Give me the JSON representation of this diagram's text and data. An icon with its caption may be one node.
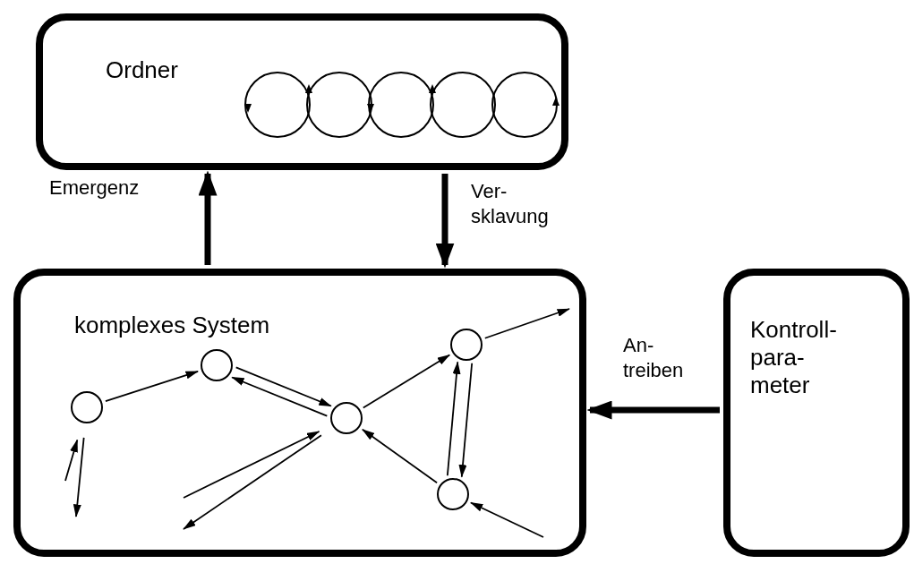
{
  "diagram": {
    "nodes": [
      {
        "text": [
          "Ordner"
        ]
      },
      {
        "text": [
          "komplexes System"
        ]
      },
      {
        "text": [
          "Kontroll- para- meter"
        ]
      },
      {
        "text": [],
        "shape": "circle",
        "in": 1
      },
      {
        "text": [],
        "shape": "circle",
        "in": 1
      },
      {
        "text": [],
        "shape": "circle",
        "in": 1
      },
      {
        "text": [],
        "shape": "circle",
        "in": 1
      },
      {
        "text": [],
        "shape": "circle",
        "in": 1
      }
    ],
    "edges": [
      {
        "from": 1,
        "to": 0,
        "arrow": "to",
        "label": "Emergenz",
        "style": "thick"
      },
      {
        "from": 0,
        "to": 1,
        "arrow": "to",
        "label": "Ver- sklavung",
        "style": "thick"
      },
      {
        "from": 2,
        "to": 1,
        "arrow": "to",
        "label": "An- treiben",
        "style": "thick"
      },
      {
        "from": 3,
        "to": 4,
        "arrow": "to"
      },
      {
        "from": 4,
        "to": 5,
        "arrow": "to"
      },
      {
        "from": 5,
        "to": 4,
        "arrow": "to"
      },
      {
        "from": 5,
        "to": 7,
        "arrow": "to"
      },
      {
        "from": 7,
        "to": null,
        "arrow": "to"
      },
      {
        "from": 7,
        "to": 6,
        "arrow": "to"
      },
      {
        "from": 6,
        "to": 7,
        "arrow": "to"
      },
      {
        "from": 6,
        "to": 5,
        "arrow": "to"
      },
      {
        "from": null,
        "to": 6,
        "arrow": "to"
      },
      {
        "from": 3,
        "to": null,
        "arrow": "to"
      },
      {
        "from": null,
        "to": 3,
        "arrow": "to"
      },
      {
        "from": null,
        "to": 5,
        "arrow": "to"
      },
      {
        "from": 5,
        "to": null,
        "arrow": "to"
      }
    ]
  }
}
